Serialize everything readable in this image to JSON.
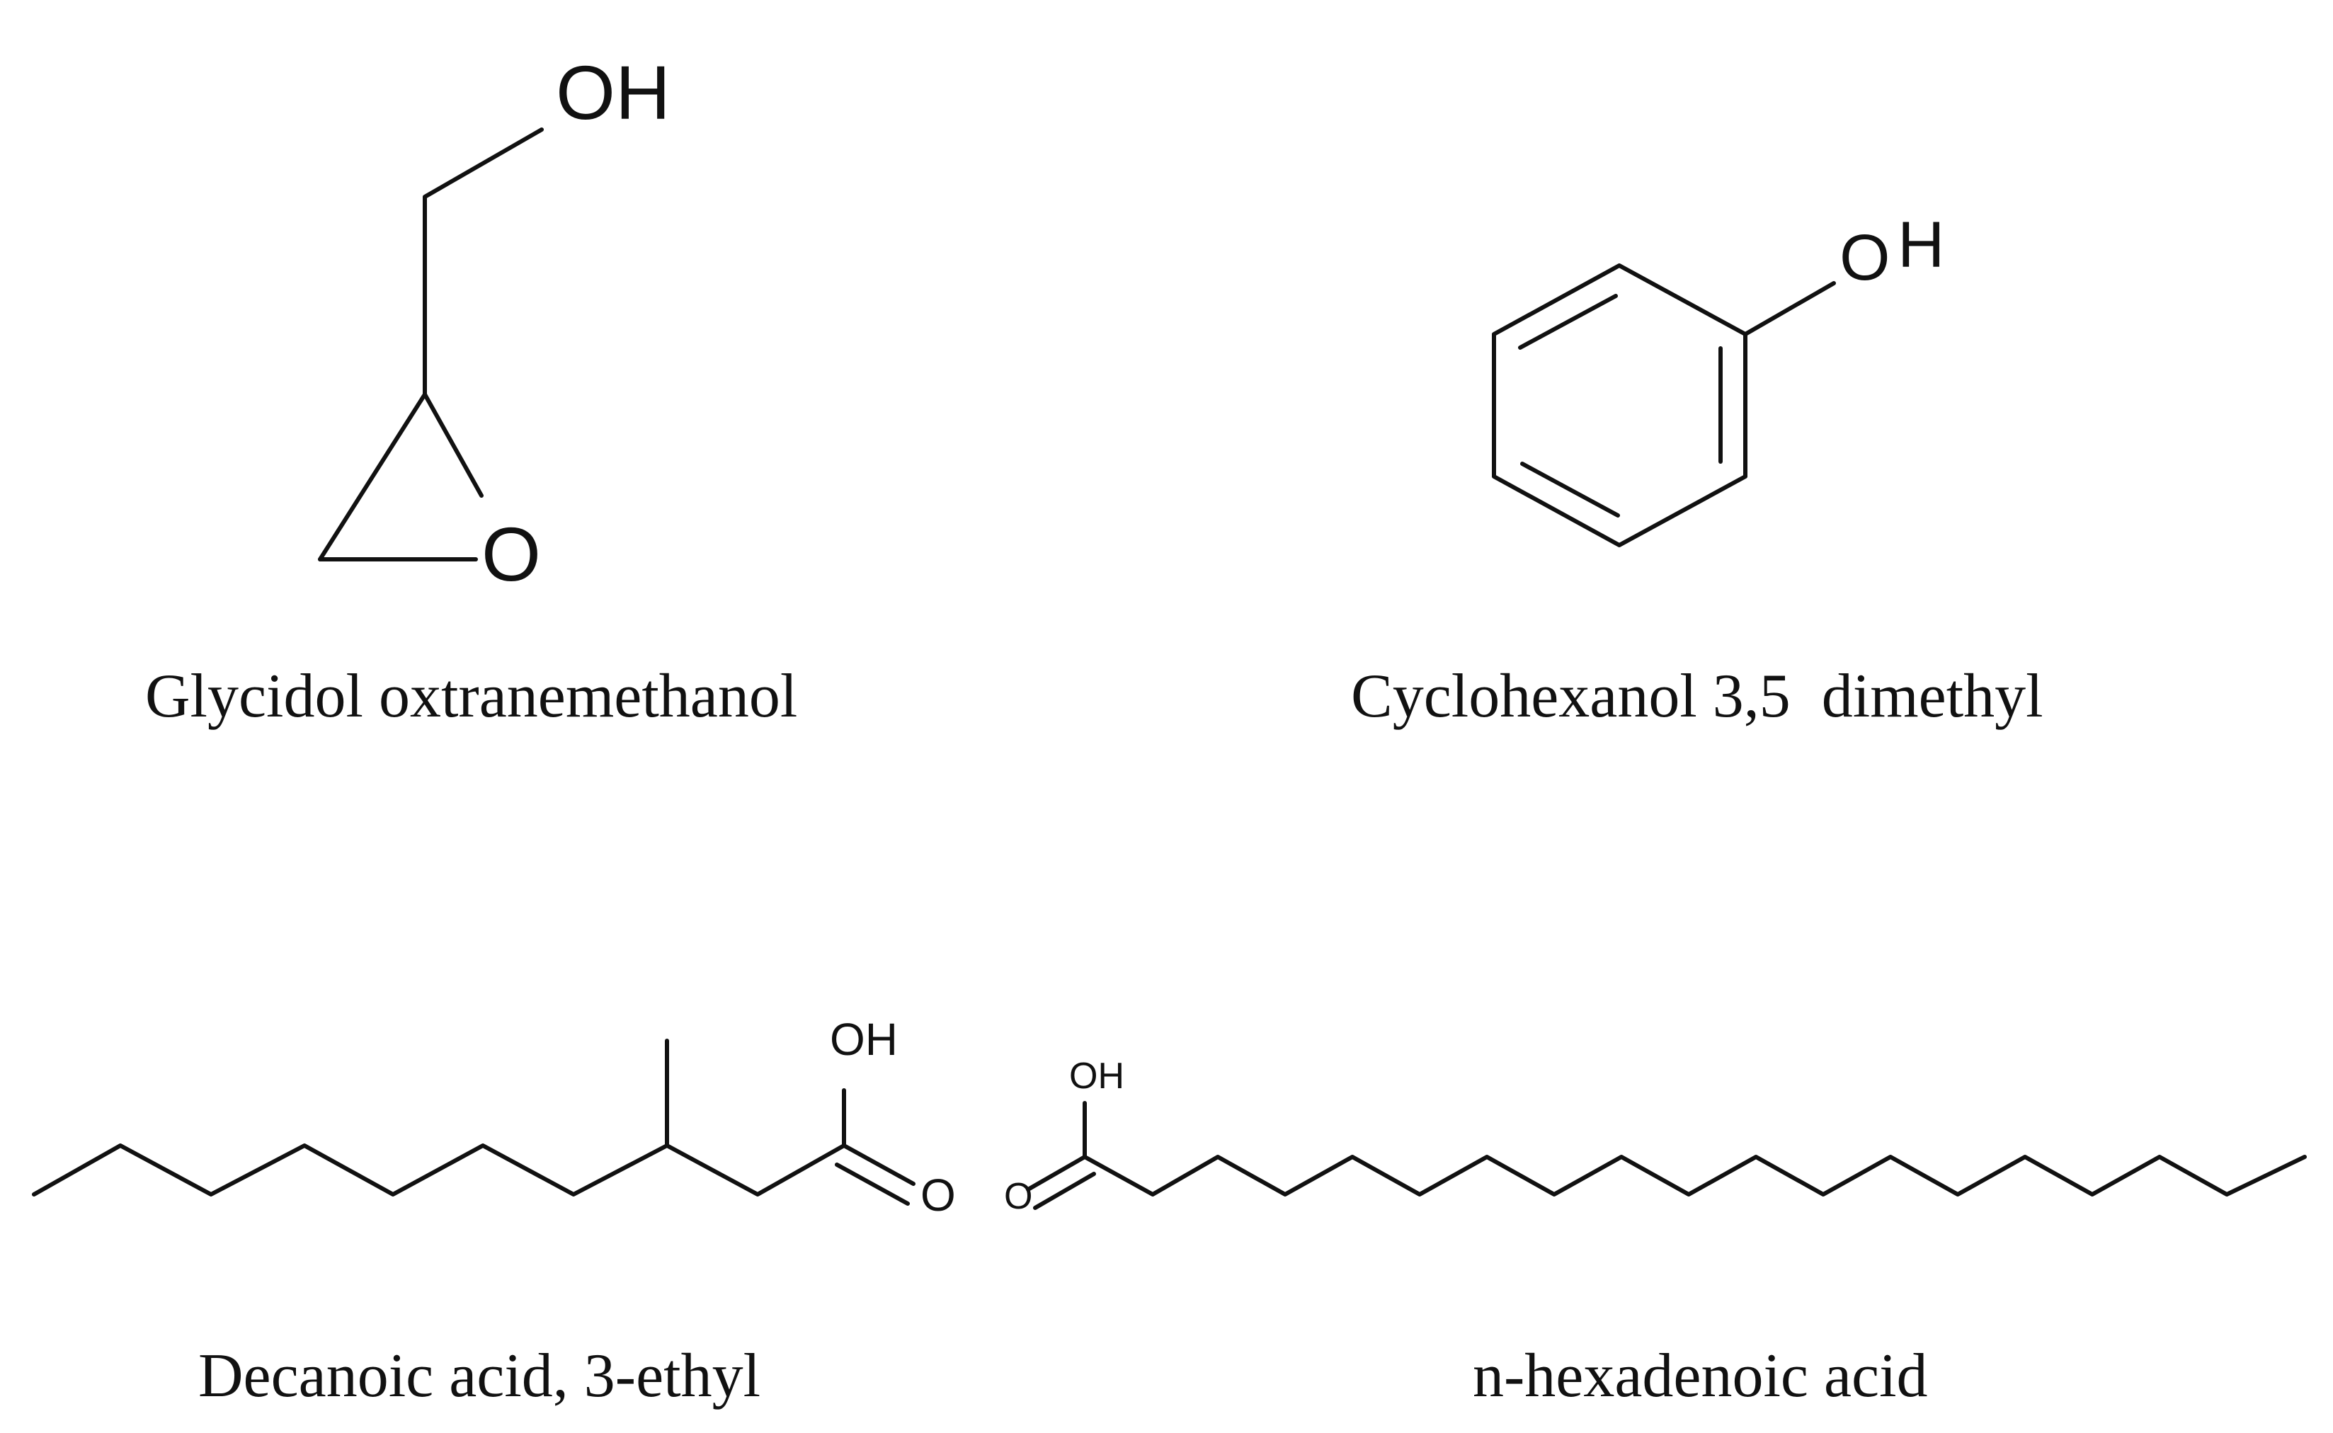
{
  "molecules": [
    {
      "name": "Glycidol oxtranemethanol",
      "atoms": {
        "hydroxyl": "OH",
        "ring_oxygen": "O"
      }
    },
    {
      "name": "Cyclohexanol 3,5  dimethyl",
      "atoms": {
        "hydroxyl_o": "O",
        "hydroxyl_h": "H"
      }
    },
    {
      "name": "Decanoic acid, 3-ethyl",
      "atoms": {
        "hydroxyl": "OH",
        "carbonyl_oxygen": "O"
      }
    },
    {
      "name": "n-hexadenoic acid",
      "atoms": {
        "hydroxyl": "OH",
        "carbonyl_oxygen": "O"
      }
    }
  ]
}
